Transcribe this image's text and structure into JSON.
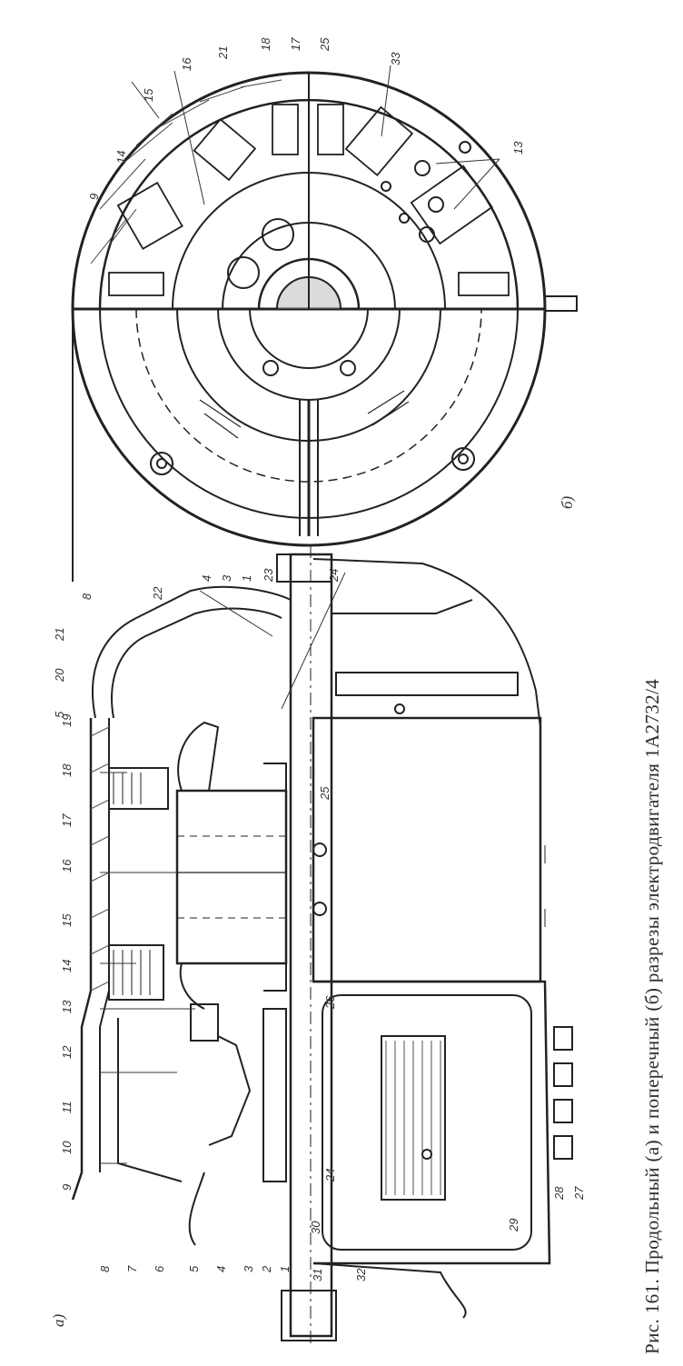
{
  "caption": "Рис. 161. Продольный (а) и поперечный (б) разрезы электродвигателя 1А2732/4",
  "panels": {
    "longitudinal": "а)",
    "cross": "б)"
  },
  "labels_longitudinal": [
    "1",
    "2",
    "3",
    "4",
    "5",
    "6",
    "7",
    "8",
    "9",
    "10",
    "11",
    "12",
    "13",
    "14",
    "15",
    "16",
    "17",
    "18",
    "19",
    "20",
    "21",
    "8",
    "22",
    "5",
    "4",
    "3",
    "1",
    "23",
    "24",
    "25",
    "26",
    "24",
    "27",
    "28",
    "29",
    "30",
    "31",
    "32"
  ],
  "labels_cross": [
    "9",
    "14",
    "15",
    "16",
    "21",
    "18",
    "17",
    "25",
    "33",
    "13"
  ]
}
